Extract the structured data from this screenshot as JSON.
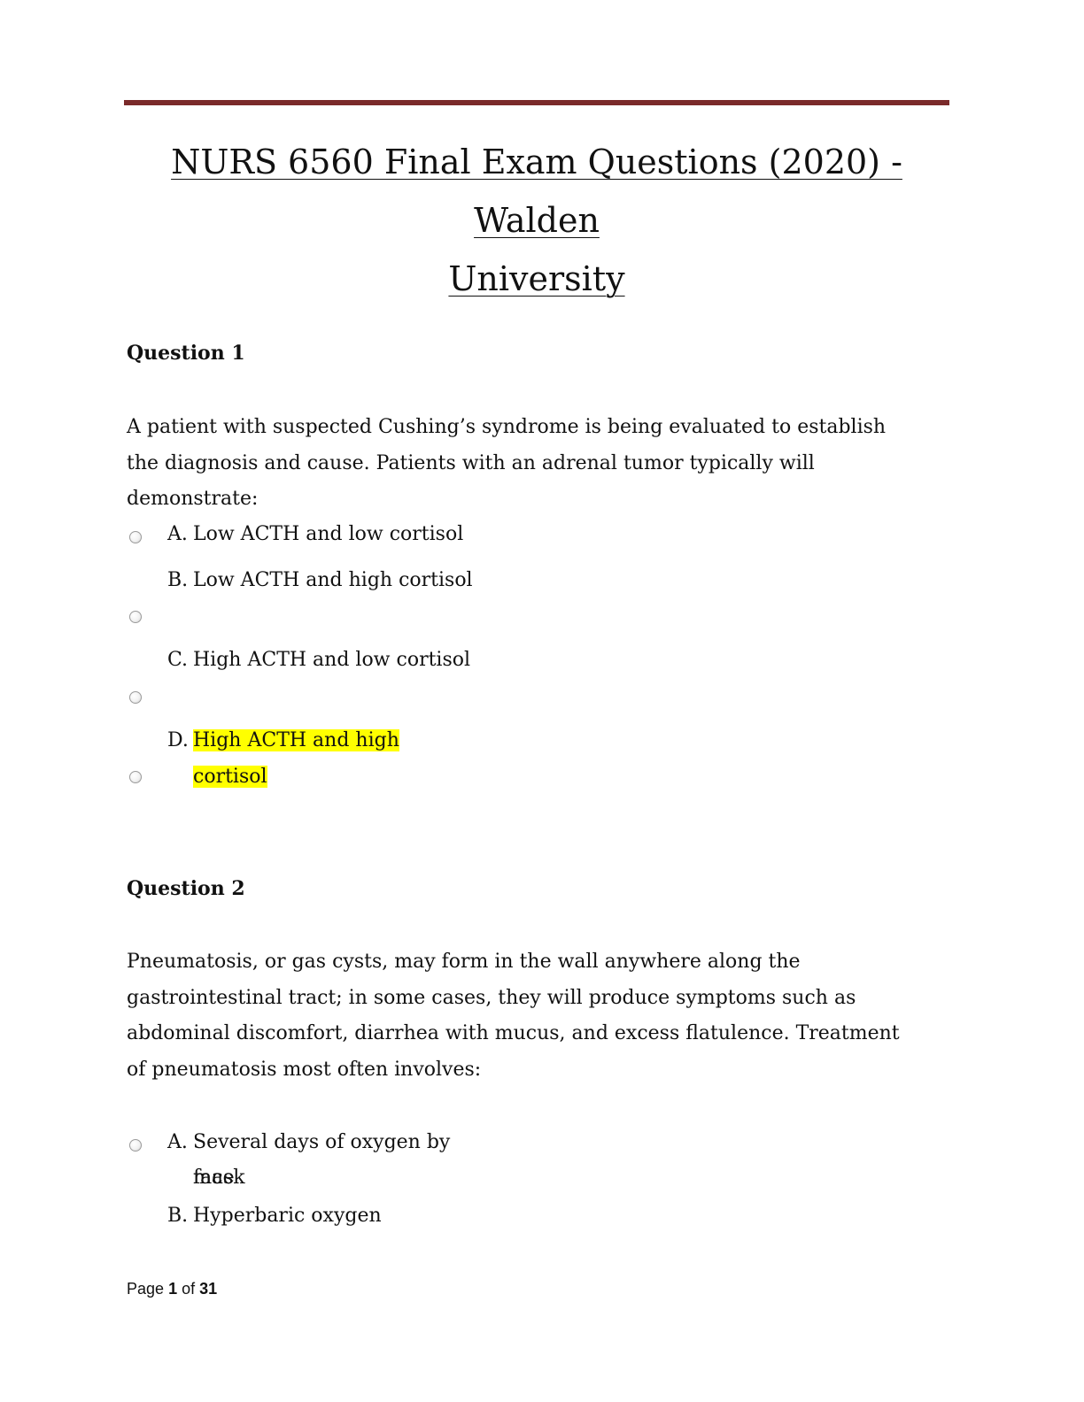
{
  "document": {
    "title_line1": "NURS 6560 Final Exam Questions (2020) - Walden",
    "title_line2": "University",
    "accent_color": "#7a2a2a"
  },
  "questions": [
    {
      "heading": "Question 1",
      "text": "A patient with suspected Cushing’s syndrome is being evaluated to establish the diagnosis and cause. Patients with an adrenal tumor typically will demonstrate:",
      "options": [
        {
          "letter": "A.",
          "text": "Low ACTH and low cortisol"
        },
        {
          "letter": "B.",
          "text": "Low ACTH and high cortisol"
        },
        {
          "letter": "C.",
          "text": "High ACTH and low cortisol"
        },
        {
          "letter": "D.",
          "text_line1": "High ACTH and high",
          "text_line2": "cortisol",
          "highlighted": true
        }
      ]
    },
    {
      "heading": "Question 2",
      "text": "Pneumatosis, or gas cysts, may form in the wall anywhere along the gastrointestinal tract; in some cases, they will produce symptoms such as abdominal discomfort, diarrhea with mucus, and excess flatulence. Treatment of pneumatosis most often involves:",
      "options": [
        {
          "letter": "A.",
          "text_line1": "Several days of oxygen by face",
          "text_line2": "mask"
        },
        {
          "letter": "B.",
          "text": "Hyperbaric oxygen"
        }
      ]
    }
  ],
  "footer": {
    "page_label": "Page",
    "page_number": "1",
    "of_label": "of",
    "page_total": "31"
  }
}
